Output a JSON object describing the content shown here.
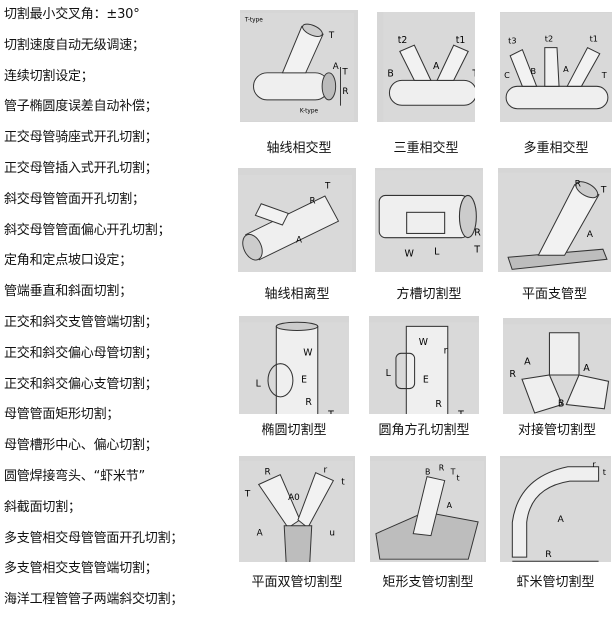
{
  "features": [
    "切割最小交叉角：±30°",
    "切割速度自动无级调速；",
    "连续切割设定；",
    "管子椭圆度误差自动补偿；",
    "正交母管骑座式开孔切割；",
    "正交母管插入式开孔切割；",
    "斜交母管管面开孔切割；",
    "斜交母管管面偏心开孔切割；",
    "定角和定点坡口设定；",
    "管端垂直和斜面切割；",
    "正交和斜交支管管端切割；",
    "正交和斜交偏心母管切割；",
    "正交和斜交偏心支管切割；",
    "母管管面矩形切割；",
    "母管槽形中心、偏心切割；",
    "圆管焊接弯头、“虾米节”",
    "斜截面切割；",
    "多支管相交母管管面开孔切割；",
    "多支管相交支管管端切割；",
    "海洋工程管管子两端斜交切割；"
  ],
  "cut_types": [
    {
      "caption": "轴线相交型",
      "labels": [
        "T-type",
        "K-type",
        "T",
        "A",
        "R",
        "T"
      ]
    },
    {
      "caption": "三重相交型",
      "labels": [
        "t2",
        "A",
        "t1",
        "B",
        "T"
      ]
    },
    {
      "caption": "多重相交型",
      "labels": [
        "t3",
        "t2",
        "t1",
        "A",
        "B",
        "C",
        "T"
      ]
    },
    {
      "caption": "轴线相离型",
      "labels": [
        "T",
        "R",
        "A"
      ]
    },
    {
      "caption": "方槽切割型",
      "labels": [
        "R",
        "T",
        "W",
        "L"
      ]
    },
    {
      "caption": "平面支管型",
      "labels": [
        "R",
        "T",
        "A"
      ]
    },
    {
      "caption": "椭圆切割型",
      "labels": [
        "W",
        "L",
        "E",
        "R",
        "T"
      ]
    },
    {
      "caption": "圆角方孔切割型",
      "labels": [
        "W",
        "r",
        "L",
        "E",
        "R",
        "T"
      ]
    },
    {
      "caption": "对接管切割型",
      "labels": [
        "R",
        "A",
        "B",
        "A"
      ]
    },
    {
      "caption": "平面双管切割型",
      "labels": [
        "T",
        "R",
        "A0",
        "r",
        "t",
        "A",
        "u"
      ]
    },
    {
      "caption": "矩形支管切割型",
      "labels": [
        "B",
        "R",
        "T",
        "t",
        "A"
      ]
    },
    {
      "caption": "虾米管切割型",
      "labels": [
        "r",
        "t",
        "A",
        "R"
      ]
    }
  ]
}
